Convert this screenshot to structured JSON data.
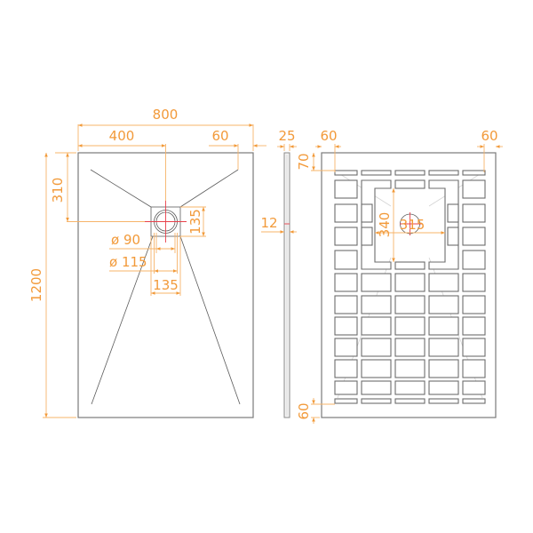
{
  "drawing": {
    "title": "Shower tray technical drawing",
    "colors": {
      "dimension": "#f29a3a",
      "outline": "#7a7a7a",
      "centerline": "#e8404a",
      "background": "#ffffff"
    },
    "top_view": {
      "width_label": "800",
      "drain_offset_x_label": "400",
      "edge_margin_label": "60",
      "drain_offset_y_label": "310",
      "length_label": "1200",
      "drain_box_height_label": "135",
      "drain_box_width_label": "135",
      "inner_diameter_label": "ø 90",
      "outer_diameter_label": "ø 115"
    },
    "side_view": {
      "thickness_label": "25",
      "edge_thickness_label": "12"
    },
    "bottom_view": {
      "left_margin_label": "60",
      "right_margin_label": "60",
      "top_margin_label": "70",
      "bottom_margin_label": "60",
      "recess_width_label": "315",
      "recess_height_label": "340"
    }
  }
}
